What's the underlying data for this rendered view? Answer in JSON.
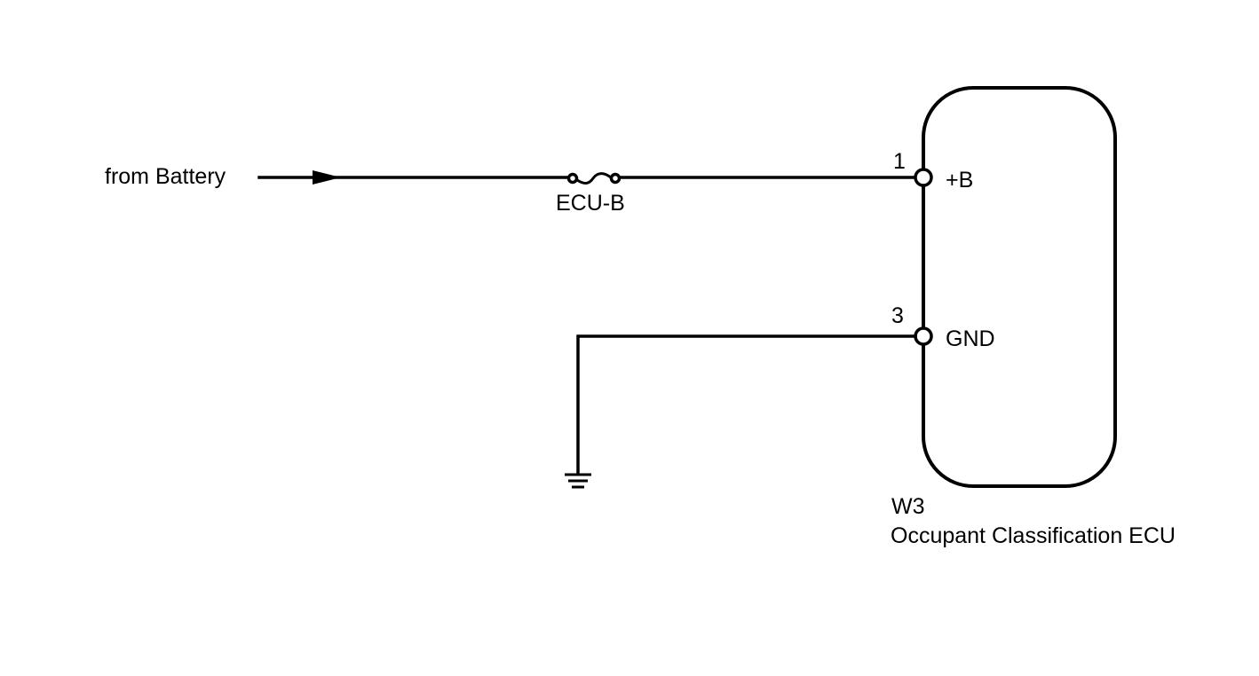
{
  "source": {
    "label": "from Battery"
  },
  "fuse": {
    "label": "ECU-B"
  },
  "ecu": {
    "connector": "W3",
    "name": "Occupant Classification ECU",
    "terminals": [
      {
        "pin": "1",
        "signal": "+B"
      },
      {
        "pin": "3",
        "signal": "GND"
      }
    ]
  },
  "colors": {
    "line": "#000000",
    "background": "#ffffff"
  },
  "icons": {
    "fuse": "fuse-symbol-icon",
    "ground": "ground-symbol-icon",
    "arrow": "arrow-right-icon",
    "terminal": "connector-terminal-circle-icon"
  }
}
